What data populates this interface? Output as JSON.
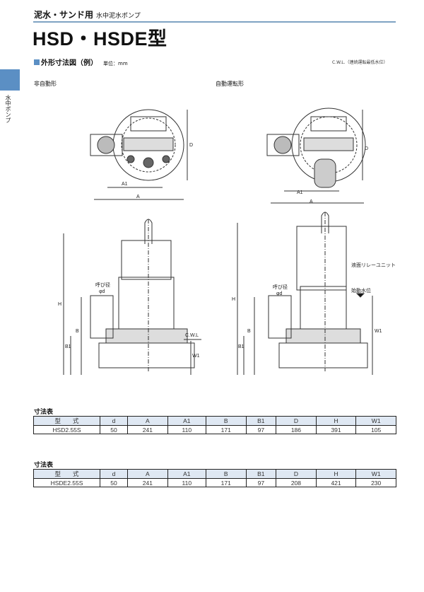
{
  "header": {
    "category": "泥水・サンド用",
    "subcategory": "水中泥水ポンプ",
    "title": "HSD・HSDE型",
    "side_tab": "水中ポンプ"
  },
  "section": {
    "title": "外形寸法図（例）",
    "unit": "単位：mm",
    "cwl_note": "C.W.L.（連続運転最低水位）"
  },
  "drawings": {
    "left": {
      "title": "非自動形",
      "labels": {
        "a": "A",
        "a1": "A1",
        "d": "D",
        "h": "H",
        "b": "B",
        "b1": "B1",
        "w1": "W1",
        "cwl": "C.W.L",
        "bore": "呼び径",
        "phid": "φd"
      }
    },
    "right": {
      "title": "自動運転形",
      "labels": {
        "a": "A",
        "a1": "A1",
        "d": "D",
        "h": "H",
        "b": "B",
        "b1": "B1",
        "w1": "W1",
        "relay": "液面リレーユニット",
        "start": "始動水位",
        "bore": "呼び径",
        "phid": "φd"
      }
    }
  },
  "tables": [
    {
      "caption": "寸法表",
      "headers": [
        "型　　式",
        "d",
        "A",
        "A1",
        "B",
        "B1",
        "D",
        "H",
        "W1"
      ],
      "rows": [
        [
          "HSD2.55S",
          "50",
          "241",
          "110",
          "171",
          "97",
          "186",
          "391",
          "105"
        ]
      ]
    },
    {
      "caption": "寸法表",
      "headers": [
        "型　　式",
        "d",
        "A",
        "A1",
        "B",
        "B1",
        "D",
        "H",
        "W1"
      ],
      "rows": [
        [
          "HSDE2.55S",
          "50",
          "241",
          "110",
          "171",
          "97",
          "208",
          "421",
          "230"
        ]
      ]
    }
  ]
}
